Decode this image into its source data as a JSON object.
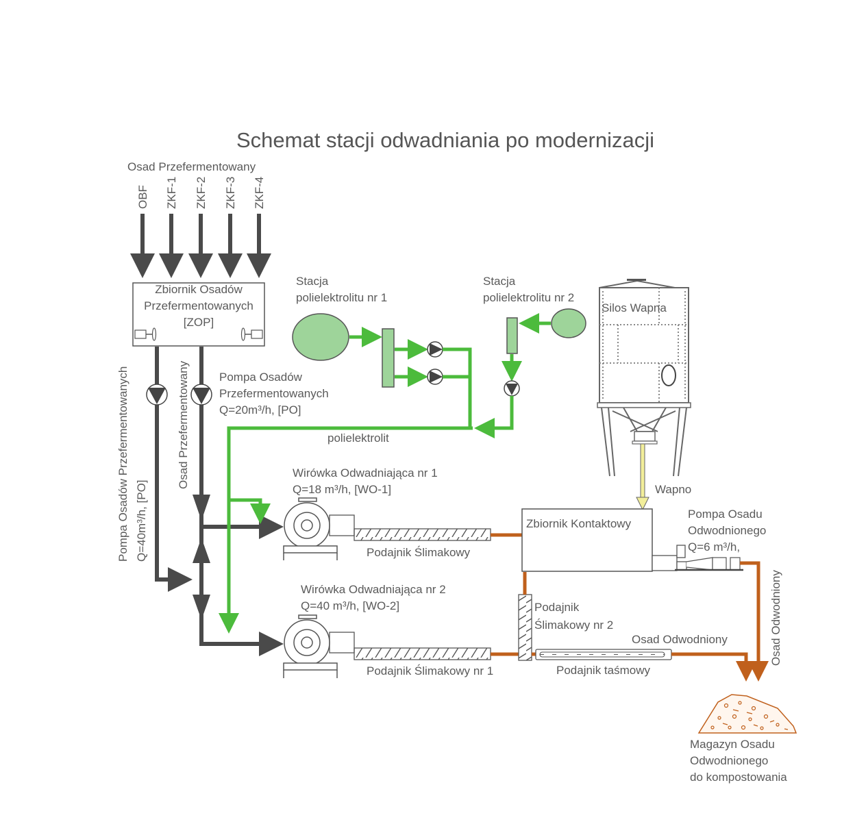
{
  "title": "Schemat stacji odwadniania po modernizacji",
  "inputs": {
    "group_label": "Osad Przefermentowany",
    "sources": [
      "OBF",
      "ZKF-1",
      "ZKF-2",
      "ZKF-3",
      "ZKF-4"
    ]
  },
  "zop_tank": {
    "lines": [
      "Zbiornik Osadów",
      "Przefermentowanych",
      "[ZOP]"
    ]
  },
  "pump_po_40": {
    "lines": [
      "Pompa Osadów Przefermentowanych",
      "Q=40m³/h, [PO]"
    ]
  },
  "osad_przefermentowany_pipe_label": "Osad Przefermentowany",
  "pump_po_20": {
    "lines": [
      "Pompa Osadów",
      "Przefermentowanych",
      "Q=20m³/h, [PO]"
    ]
  },
  "polyelectrolyte_station_1": {
    "lines": [
      "Stacja",
      "polielektrolitu nr 1"
    ]
  },
  "polyelectrolyte_station_2": {
    "lines": [
      "Stacja",
      "polielektrolitu nr 2"
    ]
  },
  "polyelectrolyte_pipe_label": "polielektrolit",
  "silo": {
    "label": "Silos Wapna"
  },
  "lime_label": "Wapno",
  "centrifuge_1": {
    "lines": [
      "Wirówka Odwadniająca nr 1",
      "Q=18 m³/h, [WO-1]"
    ]
  },
  "centrifuge_2": {
    "lines": [
      "Wirówka Odwadniająca nr 2",
      "Q=40 m³/h, [WO-2]"
    ]
  },
  "screw_conveyor_1": "Podajnik Ślimakowy",
  "screw_conveyor_nr1": "Podajnik Ślimakowy nr 1",
  "screw_conveyor_nr2": {
    "lines": [
      "Podajnik",
      "Ślimakowy nr 2"
    ]
  },
  "contact_tank": "Zbiornik Kontaktowy",
  "dewatered_pump": {
    "lines": [
      "Pompa Osadu",
      "Odwodnionego",
      "Q=6 m³/h,"
    ]
  },
  "dewatered_sludge_label_h": "Osad Odwodniony",
  "dewatered_sludge_label_v": "Osad Odwodniony",
  "belt_conveyor": "Podajnik taśmowy",
  "storage": {
    "lines": [
      "Magazyn Osadu",
      "Odwodnionego",
      "do kompostowania"
    ]
  },
  "colors": {
    "sludge_pipe": "#4a4a4a",
    "polyelectrolyte_pipe": "#4cbb3c",
    "dewatered_pipe": "#c0601c",
    "lime_pipe": "#f2ee9a",
    "polyelectrolyte_tank": "#9ed49a"
  }
}
